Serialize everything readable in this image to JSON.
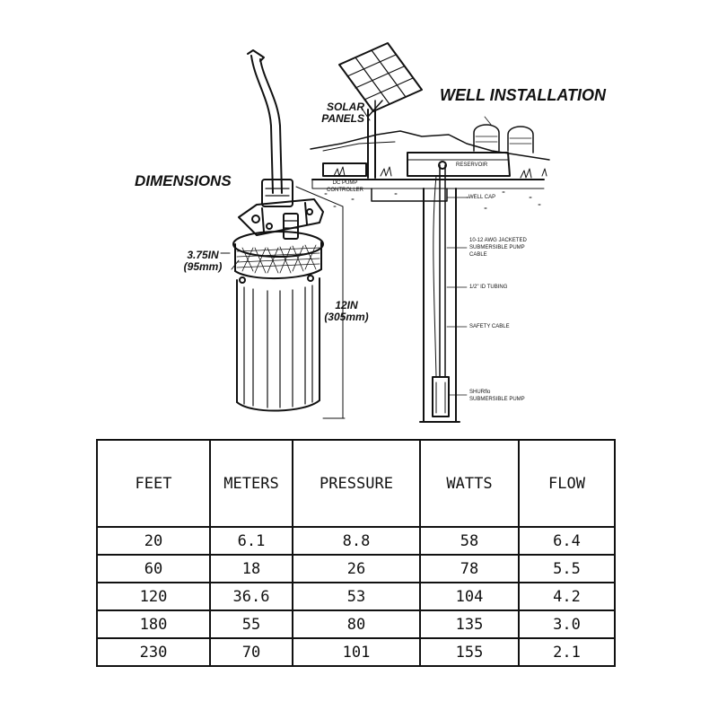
{
  "dimensions": {
    "title": "DIMENSIONS",
    "diameter_in": "3.75IN",
    "diameter_mm": "(95mm)",
    "height_in": "12IN",
    "height_mm": "(305mm)"
  },
  "installation": {
    "title": "WELL INSTALLATION",
    "solar_panels_line1": "SOLAR",
    "solar_panels_line2": "PANELS",
    "reservoir": "RESERVOIR",
    "controller_line1": "DC PUMP",
    "controller_line2": "CONTROLLER",
    "well_cap": "WELL CAP",
    "cable_line1": "10-12  AWG JACKETED",
    "cable_line2": "SUBMERSIBLE PUMP",
    "cable_line3": "CABLE",
    "tubing": "1/2\" ID TUBING",
    "safety_cable": "SAFETY CABLE",
    "pump_line1": "SHURflo",
    "pump_line2": "SUBMERSIBLE PUMP"
  },
  "table": {
    "headers": [
      "FEET",
      "METERS",
      "PRESSURE",
      "WATTS",
      "FLOW"
    ],
    "rows": [
      [
        "20",
        "6.1",
        "8.8",
        "58",
        "6.4"
      ],
      [
        "60",
        "18",
        "26",
        "78",
        "5.5"
      ],
      [
        "120",
        "36.6",
        "53",
        "104",
        "4.2"
      ],
      [
        "180",
        "55",
        "80",
        "135",
        "3.0"
      ],
      [
        "230",
        "70",
        "101",
        "155",
        "2.1"
      ]
    ]
  }
}
